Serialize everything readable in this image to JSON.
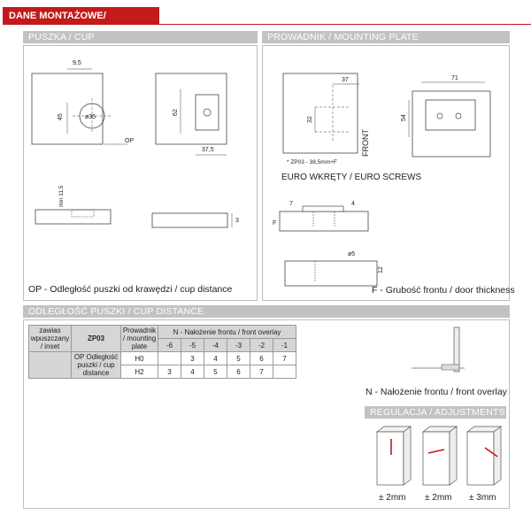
{
  "banner": "DANE MONTAŻOWE/ ASSEMBLY",
  "sections": {
    "cup": "PUSZKA / CUP",
    "plate": "PROWADNIK / MOUNTING PLATE",
    "distance": "ODLEGŁOŚĆ PUSZKI / CUP DISTANCE",
    "adjust": "REGULACJA / ADJUSTMENTS"
  },
  "cup_dims": {
    "d1": "9,5",
    "d2": "45",
    "d3": "ø35",
    "op": "OP",
    "d4": "62",
    "d5": "37,5",
    "d6": "min 11,5",
    "d7": "3"
  },
  "plate_dims": {
    "d1": "37",
    "d2": "32",
    "d3": "71",
    "d4": "54",
    "front": "FRONT",
    "note": "* ZP03 - 38,5mm+F",
    "screws": "EURO WKRĘTY / EURO SCREWS",
    "d5": "7",
    "d6": "4",
    "f": "F",
    "d7": "ø5",
    "d8": "12"
  },
  "captions": {
    "op": "OP - Odległość puszki od krawędzi / cup distance",
    "f": "F - Grubość frontu / door thickness",
    "n": "N - Nałożenie frontu / front overlay"
  },
  "table": {
    "c1": "zawias wpuszczany / inset",
    "c2": "ZP03",
    "c3": "Prowadnik / mounting plate",
    "c4": "N - Nałożenie frontu / front overlay",
    "c5": "OP Odległość puszki / cup distance",
    "cols": [
      "-6",
      "-5",
      "-4",
      "-3",
      "-2",
      "-1"
    ],
    "rows": [
      {
        "plate": "H0",
        "values": [
          "",
          "3",
          "4",
          "5",
          "6",
          "7"
        ]
      },
      {
        "plate": "H2",
        "values": [
          "3",
          "4",
          "5",
          "6",
          "7",
          ""
        ]
      }
    ]
  },
  "adjustments": [
    "± 2mm",
    "± 2mm",
    "± 3mm"
  ]
}
